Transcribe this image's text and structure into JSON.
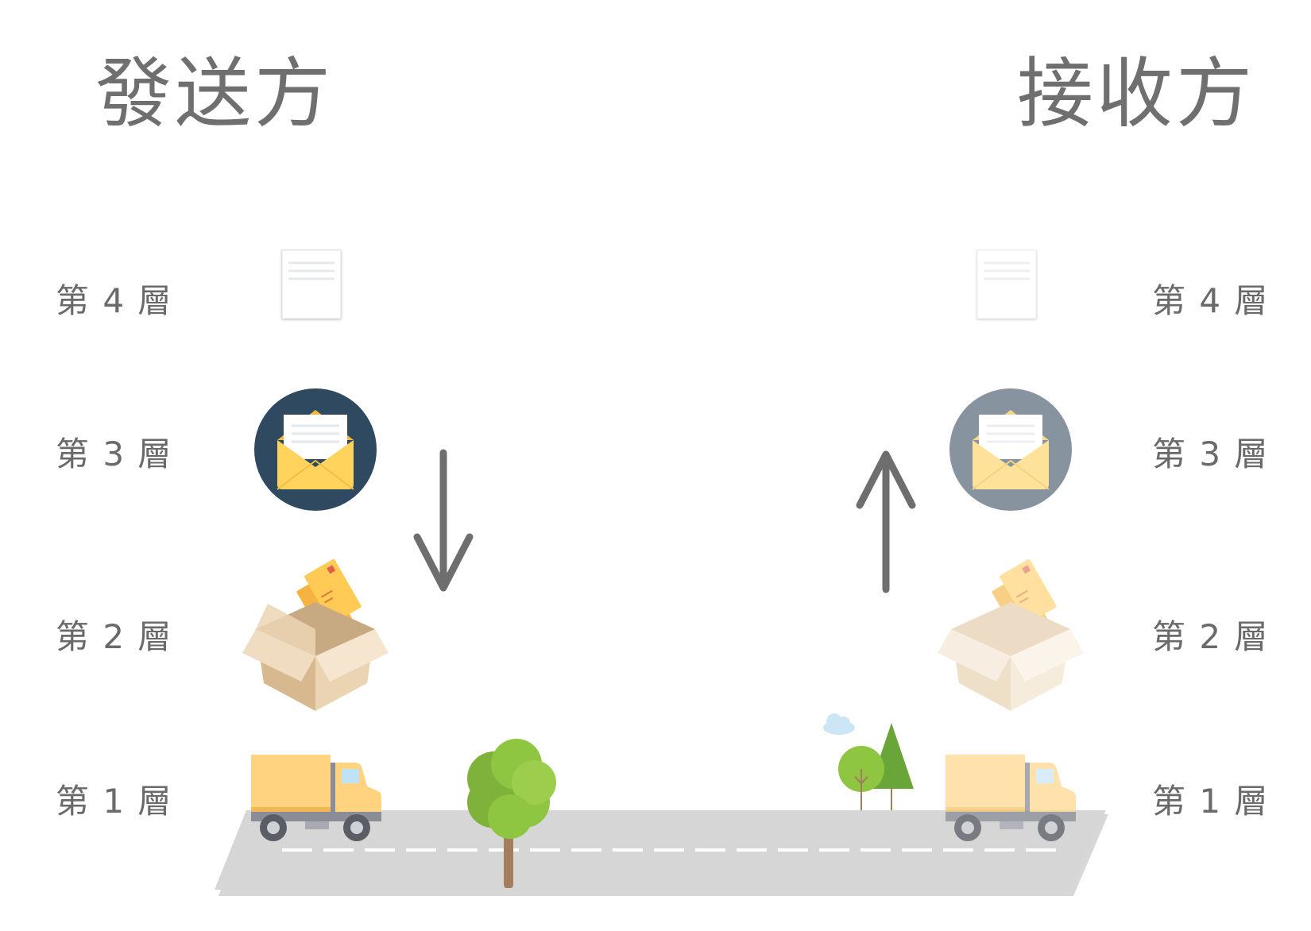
{
  "sender": {
    "title": "發送方"
  },
  "receiver": {
    "title": "接收方"
  },
  "layers": {
    "l4": "第 4 層",
    "l3": "第 3 層",
    "l2": "第 2 層",
    "l1": "第 1 層"
  },
  "colors": {
    "text": "#6f6f6f",
    "arrow": "#6e6e6e",
    "envelope_circle_sender": "#2f4a60",
    "envelope_circle_receiver": "#8794a0",
    "road": "#d6d6d6",
    "truck_body": "#ffd37f",
    "tree_green": "#8ec641"
  },
  "icons": {
    "layer4": "document-icon",
    "layer3": "envelope-icon",
    "layer2": "parcel-box-icon",
    "layer1": "delivery-truck-icon",
    "direction_sender": "arrow-down-icon",
    "direction_receiver": "arrow-up-icon"
  }
}
